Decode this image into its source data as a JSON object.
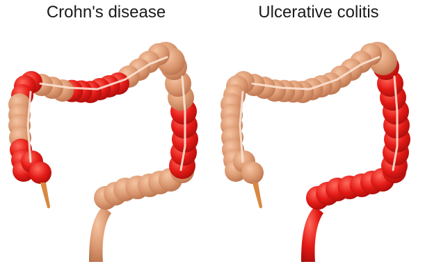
{
  "figure": {
    "panels": [
      {
        "title": "Crohn's disease",
        "pattern": "patchy",
        "inflamed_segments": [
          "descending-colon-lower",
          "descending-colon-upper",
          "splenic-flexure",
          "transverse-colon-patches",
          "hepatic-flexure",
          "ascending-colon-lower",
          "cecum"
        ]
      },
      {
        "title": "Ulcerative colitis",
        "pattern": "continuous",
        "inflamed_segments": [
          "rectum",
          "sigmoid-colon",
          "descending-colon",
          "splenic-flexure"
        ]
      }
    ],
    "colors": {
      "healthy": "#dc9a72",
      "healthy_dark": "#b8704c",
      "inflamed": "#e41b17",
      "inflamed_dark": "#a50d0a",
      "mucosa_highlight": "#fbe3d4",
      "appendix": "#d88840"
    }
  }
}
